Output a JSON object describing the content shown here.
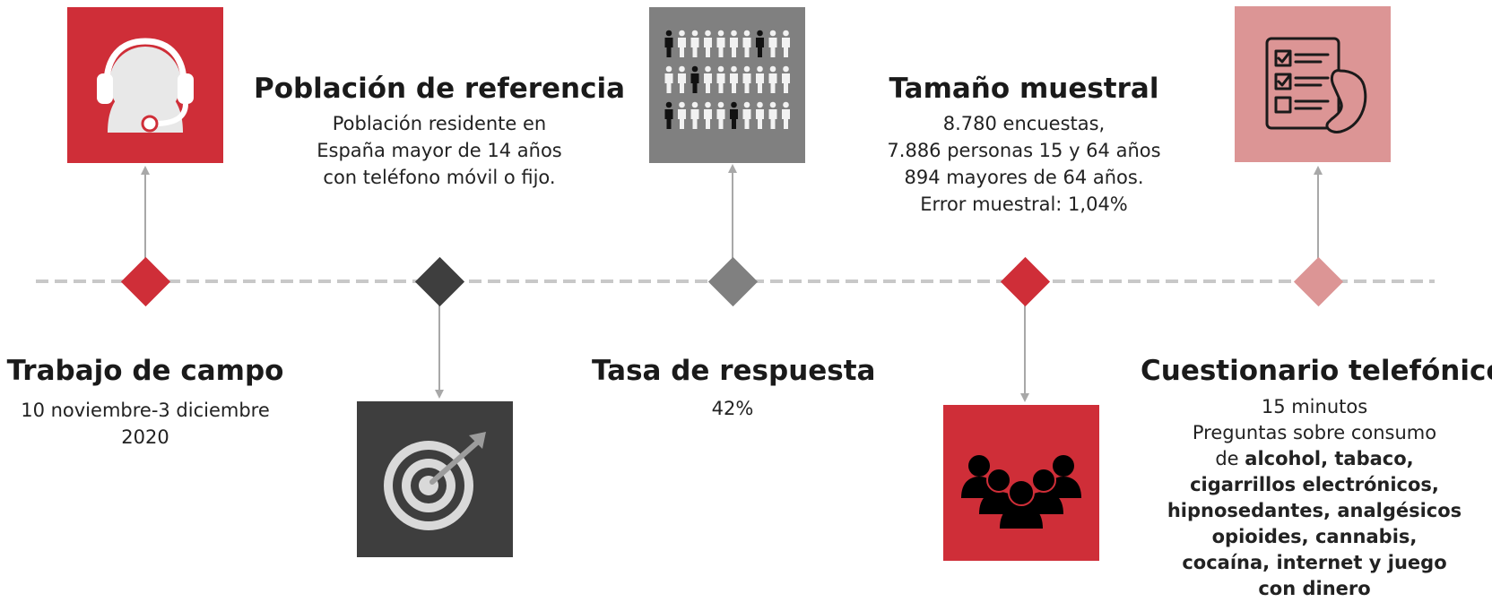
{
  "colors": {
    "red": "#cf2e38",
    "dark": "#3e3e3e",
    "gray": "#808080",
    "pink": "#dc9595",
    "timeline": "#c8c8c8"
  },
  "items": [
    {
      "id": "trabajo",
      "icon": "headset-support-icon",
      "title": "Trabajo de campo",
      "lines": [
        "10 noviembre-3 diciembre",
        "2020"
      ]
    },
    {
      "id": "poblacion",
      "icon": "target-dart-icon",
      "title": "Población de referencia",
      "lines": [
        "Población residente en",
        "España mayor de 14 años",
        "con teléfono móvil o fijo."
      ]
    },
    {
      "id": "tasa",
      "icon": "people-grid-icon",
      "title": "Tasa de respuesta",
      "lines": [
        "42%"
      ]
    },
    {
      "id": "tamano",
      "icon": "group-icon",
      "title": "Tamaño muestral",
      "lines": [
        "8.780 encuestas,",
        "7.886 personas 15 y 64 años",
        "894 mayores de 64 años.",
        "Error muestral: 1,04%"
      ]
    },
    {
      "id": "cuestionario",
      "icon": "checklist-phone-icon",
      "title": "Cuestionario telefónico",
      "line1": "15 minutos",
      "line2": "Preguntas sobre consumo",
      "line3_prefix": "de ",
      "line3_bold": "alcohol, tabaco,",
      "bold_lines": [
        "cigarrillos electrónicos,",
        "hipnosedantes, analgésicos",
        "opioides, cannabis,",
        "cocaína, internet y juego",
        "con dinero"
      ]
    }
  ]
}
